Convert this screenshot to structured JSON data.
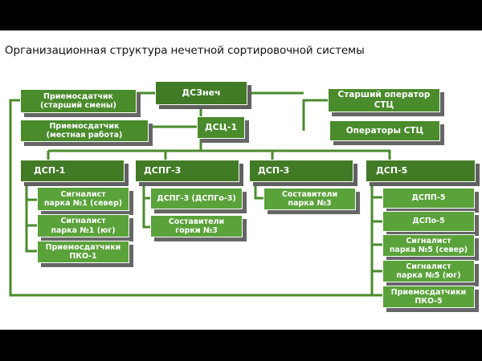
{
  "title": "Организационная структура нечетной сортировочной системы",
  "colors": {
    "dark_green": "#427b26",
    "mid_green": "#4a8b2c",
    "light_green": "#5aa23a",
    "line": "#4a8b2c",
    "shadow": "#666666"
  },
  "nodes": {
    "dszech": "ДСЗнеч",
    "dsc1": "ДСЦ-1",
    "priem_senior": "Приемосдатчик\n(старший смены)",
    "priem_local": "Приемосдатчик\n(местная работа)",
    "senior_operator": "Старший оператор\nСТЦ",
    "operators_stc": "Операторы СТЦ",
    "dsp1": "ДСП-1",
    "dspg3": "ДСПГ-3",
    "dsp3": "ДСП-3",
    "dsp5": "ДСП-5",
    "signal1_north": "Сигналист\nпарка №1 (север)",
    "signal1_south": "Сигналист\nпарка №1 (юг)",
    "priem_pko1": "Приемосдатчики\nПКО-1",
    "dspg3_sub": "ДСПГ-3 (ДСПГо-3)",
    "compilers_hill3": "Составители\nгорки №3",
    "compilers_park3": "Составители\nпарка №3",
    "dspp5": "ДСПП-5",
    "dspo5": "ДСПо-5",
    "signal5_north": "Сигналист\nпарка №5 (север)",
    "signal5_south": "Сигналист\nпарка №5 (юг)",
    "priem_pko5": "Приемосдатчики\nПКО-5"
  }
}
